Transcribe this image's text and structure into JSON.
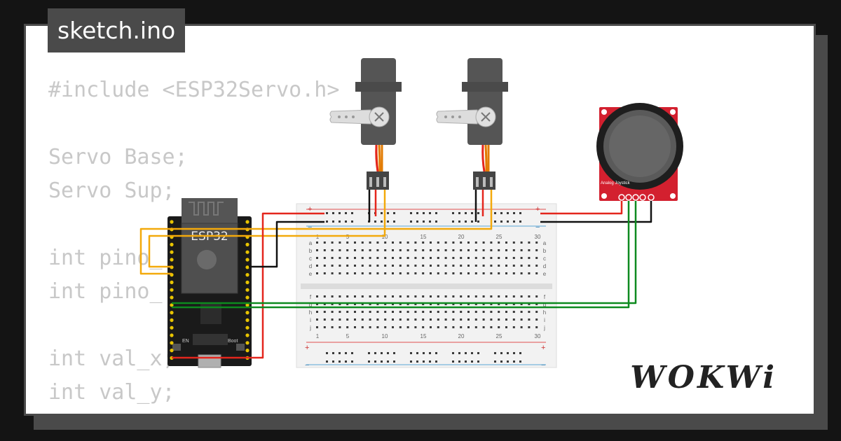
{
  "file_tab": {
    "label": "sketch.ino"
  },
  "code_lines": [
    "#include <ESP32Servo.h>",
    "",
    "Servo Base;",
    "Servo Sup;",
    "",
    "int pino_",
    "int pino_",
    "",
    "int val_x;",
    "int val_y;"
  ],
  "esp32": {
    "label": "ESP32",
    "en_label": "EN",
    "boot_label": "Boot"
  },
  "breadboard": {
    "col_numbers": [
      "1",
      "5",
      "10",
      "15",
      "20",
      "25",
      "30"
    ],
    "row_letters_top": [
      "a",
      "b",
      "c",
      "d",
      "e"
    ],
    "row_letters_bottom": [
      "f",
      "g",
      "h",
      "i",
      "j"
    ],
    "plus_sign": "+",
    "minus_sign": "−"
  },
  "joystick": {
    "label": "Analog Joystick"
  },
  "logo": {
    "text": "WOKWi"
  },
  "colors": {
    "frame": "#4a4a4a",
    "background": "#141414",
    "wire_red": "#e4261d",
    "wire_black": "#111111",
    "wire_yellow": "#f3a90b",
    "wire_green": "#0d8a1f",
    "esp32_board": "#1a1a1a",
    "joystick_pcb": "#d3202f",
    "servo_body": "#555555"
  }
}
